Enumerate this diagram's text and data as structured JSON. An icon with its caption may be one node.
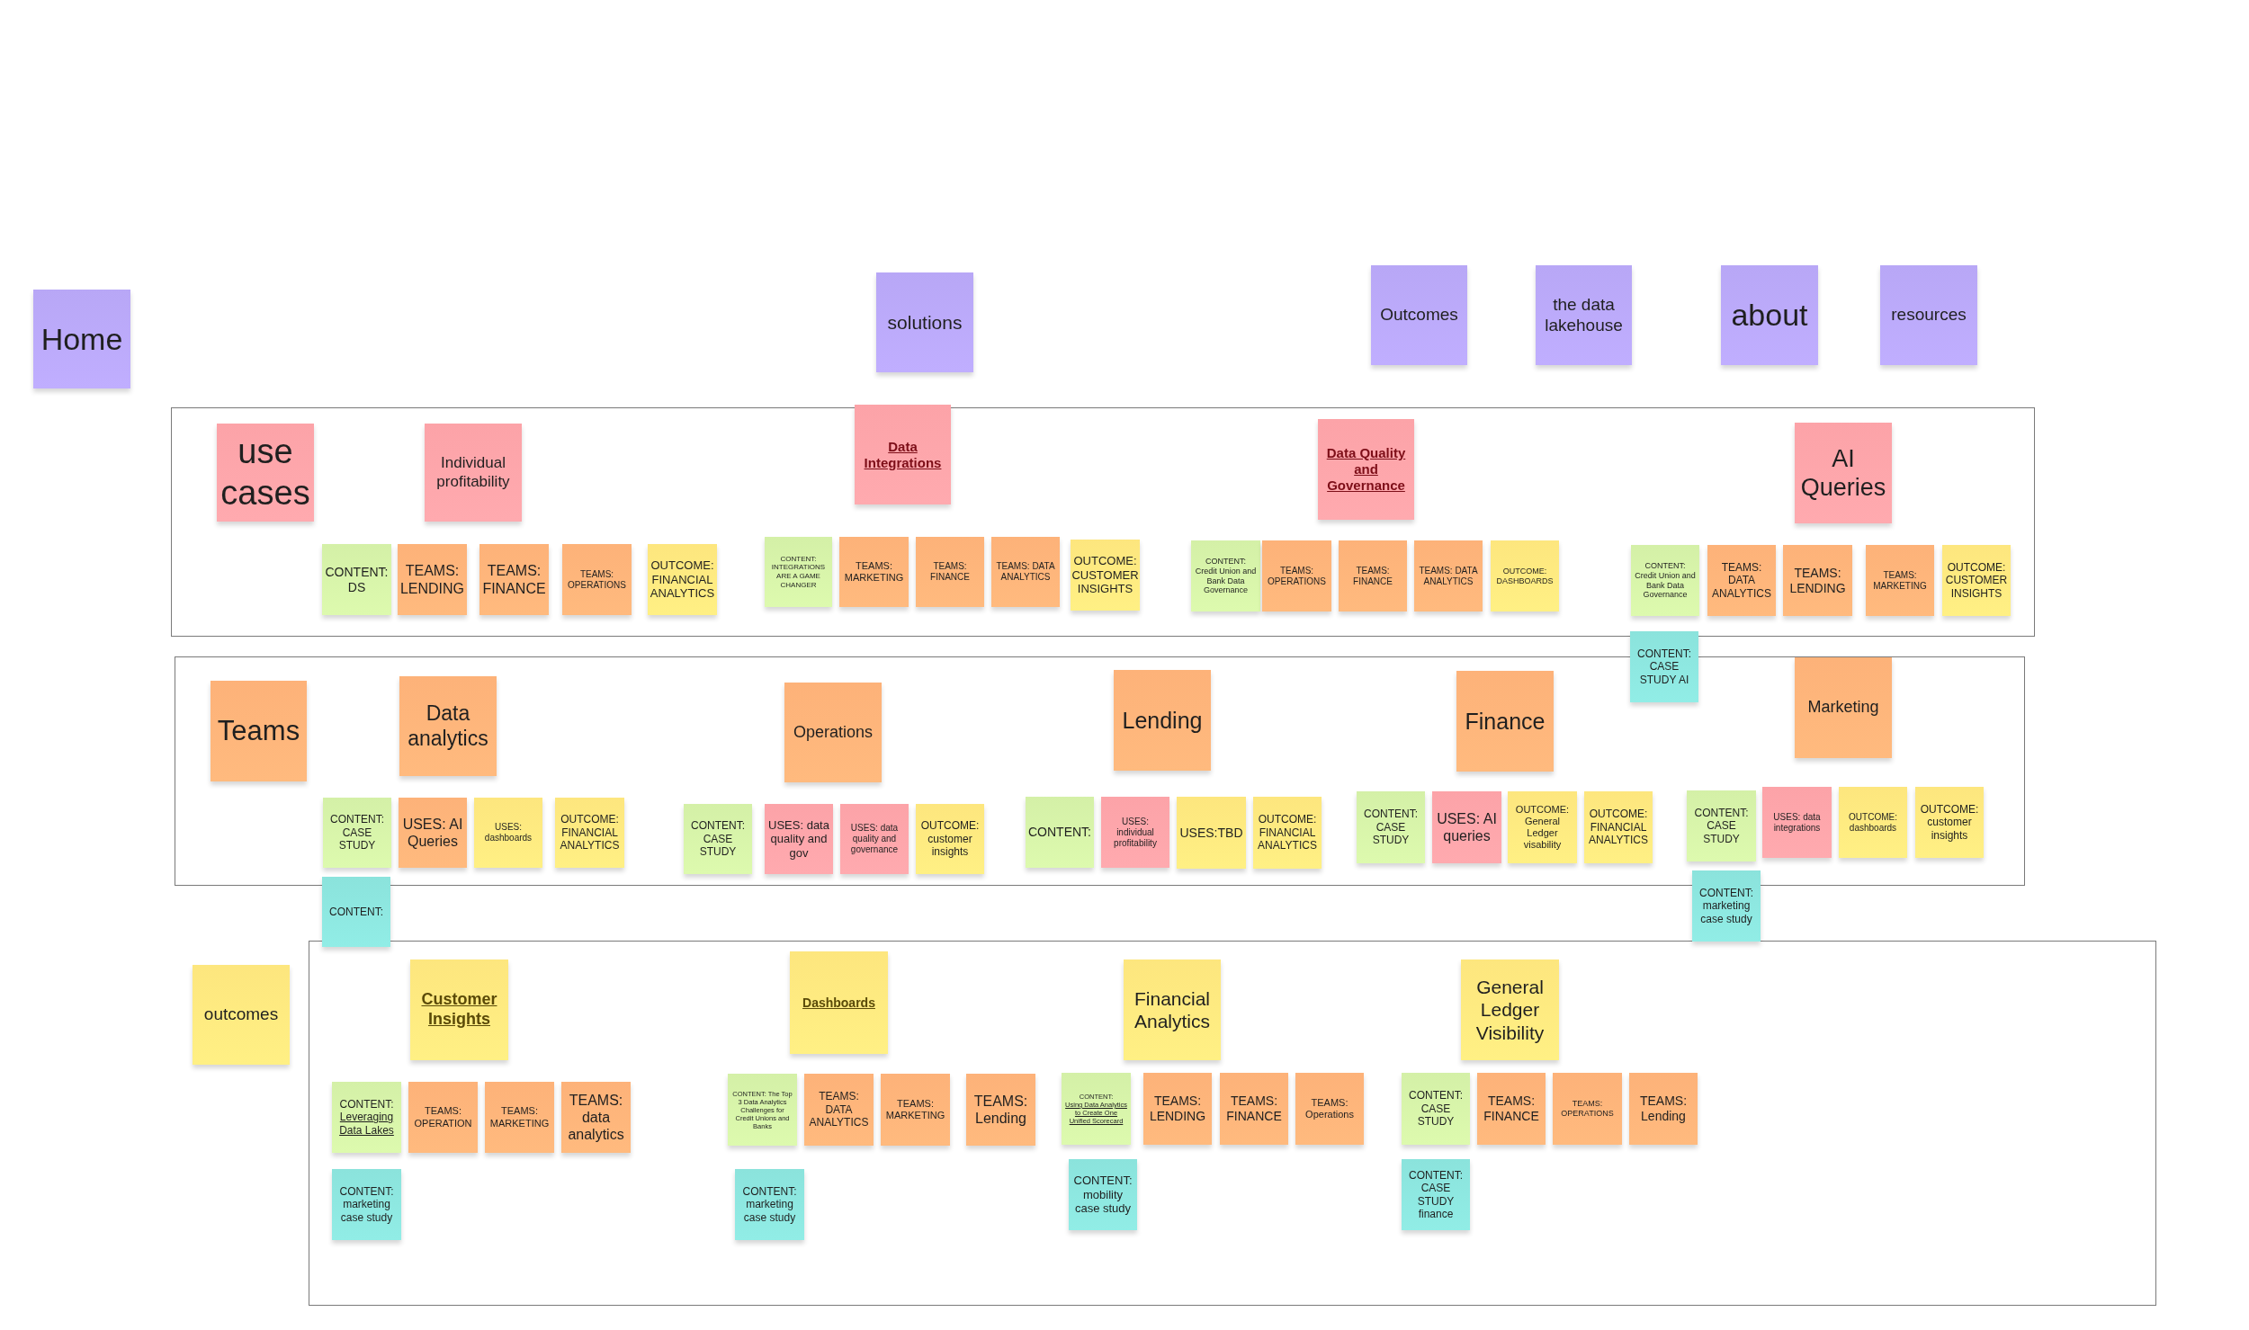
{
  "diagram": {
    "nodes": [
      {
        "text": [
          "Home"
        ]
      },
      {
        "text": [
          "solutions"
        ]
      },
      {
        "text": [
          "Outcomes"
        ]
      },
      {
        "text": [
          "the data lakehouse"
        ]
      },
      {
        "text": [
          "about"
        ]
      },
      {
        "text": [
          "resources"
        ]
      },
      {
        "text": [],
        "shape": "box"
      },
      {
        "text": [
          "use cases"
        ],
        "in": 6
      },
      {
        "text": [
          "Individual profitability"
        ],
        "in": 6
      },
      {
        "text": [
          "CONTENT: DS"
        ],
        "in": 6
      },
      {
        "text": [
          "TEAMS: LENDING"
        ],
        "in": 6
      },
      {
        "text": [
          "TEAMS: FINANCE"
        ],
        "in": 6
      },
      {
        "text": [
          "TEAMS: OPERATIONS"
        ],
        "in": 6
      },
      {
        "text": [
          "OUTCOME: FINANCIAL ANALYTICS"
        ],
        "in": 6
      },
      {
        "text": [
          "Data Integrations"
        ],
        "in": 6
      },
      {
        "text": [
          "CONTENT: INTEGRATIONS ARE A GAME CHANGER"
        ],
        "in": 6
      },
      {
        "text": [
          "TEAMS: MARKETING"
        ],
        "in": 6
      },
      {
        "text": [
          "TEAMS: FINANCE"
        ],
        "in": 6
      },
      {
        "text": [
          "TEAMS: DATA ANALYTICS"
        ],
        "in": 6
      },
      {
        "text": [
          "OUTCOME: CUSTOMER INSIGHTS"
        ],
        "in": 6
      },
      {
        "text": [
          "Data Quality and Governance"
        ],
        "in": 6
      },
      {
        "text": [
          "CONTENT: Credit Union and Bank Data Governance"
        ],
        "in": 6
      },
      {
        "text": [
          "TEAMS: OPERATIONS"
        ],
        "in": 6
      },
      {
        "text": [
          "TEAMS: FINANCE"
        ],
        "in": 6
      },
      {
        "text": [
          "TEAMS: DATA ANALYTICS"
        ],
        "in": 6
      },
      {
        "text": [
          "OUTCOME: DASHBOARDS"
        ],
        "in": 6
      },
      {
        "text": [
          "AI Queries"
        ],
        "in": 6
      },
      {
        "text": [
          "CONTENT: Credit Union and Bank Data Governance"
        ],
        "in": 6
      },
      {
        "text": [
          "TEAMS: DATA ANALYTICS"
        ],
        "in": 6
      },
      {
        "text": [
          "TEAMS: LENDING"
        ],
        "in": 6
      },
      {
        "text": [
          "TEAMS: MARKETING"
        ],
        "in": 6
      },
      {
        "text": [
          "OUTCOME: CUSTOMER INSIGHTS"
        ],
        "in": 6
      },
      {
        "text": [
          "CONTENT: CASE STUDY AI"
        ]
      },
      {
        "text": [],
        "shape": "box"
      },
      {
        "text": [
          "Teams"
        ],
        "in": 33
      },
      {
        "text": [
          "Data analytics"
        ],
        "in": 33
      },
      {
        "text": [
          "CONTENT: CASE STUDY"
        ],
        "in": 33
      },
      {
        "text": [
          "USES: AI Queries"
        ],
        "in": 33
      },
      {
        "text": [
          "USES: dashboards"
        ],
        "in": 33
      },
      {
        "text": [
          "OUTCOME: FINANCIAL ANALYTICS"
        ],
        "in": 33
      },
      {
        "text": [
          "Operations"
        ],
        "in": 33
      },
      {
        "text": [
          "CONTENT: CASE STUDY"
        ],
        "in": 33
      },
      {
        "text": [
          "USES: data quality and gov"
        ],
        "in": 33
      },
      {
        "text": [
          "USES: data quality and governance"
        ],
        "in": 33
      },
      {
        "text": [
          "OUTCOME: customer insights"
        ],
        "in": 33
      },
      {
        "text": [
          "Lending"
        ],
        "in": 33
      },
      {
        "text": [
          "CONTENT:"
        ],
        "in": 33
      },
      {
        "text": [
          "USES: individual profitability"
        ],
        "in": 33
      },
      {
        "text": [
          "USES:TBD"
        ],
        "in": 33
      },
      {
        "text": [
          "OUTCOME: FINANCIAL ANALYTICS"
        ],
        "in": 33
      },
      {
        "text": [
          "Finance"
        ],
        "in": 33
      },
      {
        "text": [
          "CONTENT: CASE STUDY"
        ],
        "in": 33
      },
      {
        "text": [
          "USES: AI queries"
        ],
        "in": 33
      },
      {
        "text": [
          "OUTCOME: General Ledger visability"
        ],
        "in": 33
      },
      {
        "text": [
          "OUTCOME: FINANCIAL ANALYTICS"
        ],
        "in": 33
      },
      {
        "text": [
          "Marketing"
        ],
        "in": 33
      },
      {
        "text": [
          "CONTENT: CASE STUDY"
        ],
        "in": 33
      },
      {
        "text": [
          "USES: data integrations"
        ],
        "in": 33
      },
      {
        "text": [
          "OUTCOME: dashboards"
        ],
        "in": 33
      },
      {
        "text": [
          "OUTCOME: customer insights"
        ],
        "in": 33
      },
      {
        "text": [
          "CONTENT:"
        ]
      },
      {
        "text": [
          "CONTENT: marketing case study"
        ]
      },
      {
        "text": [
          "outcomes"
        ]
      },
      {
        "text": [],
        "shape": "box"
      },
      {
        "text": [
          "Customer Insights"
        ],
        "in": 63
      },
      {
        "text": [
          "CONTENT:",
          "Leveraging Data Lakes"
        ],
        "in": 63
      },
      {
        "text": [
          "TEAMS: OPERATION"
        ],
        "in": 63
      },
      {
        "text": [
          "TEAMS: MARKETING"
        ],
        "in": 63
      },
      {
        "text": [
          "TEAMS: data analytics"
        ],
        "in": 63
      },
      {
        "text": [
          "CONTENT: marketing case study"
        ],
        "in": 63
      },
      {
        "text": [
          "Dashboards"
        ],
        "in": 63
      },
      {
        "text": [
          "CONTENT: The Top 3 Data Analytics Challenges for Credit Unions and Banks"
        ],
        "in": 63
      },
      {
        "text": [
          "TEAMS: DATA ANALYTICS"
        ],
        "in": 63
      },
      {
        "text": [
          "TEAMS: MARKETING"
        ],
        "in": 63
      },
      {
        "text": [
          "TEAMS: Lending"
        ],
        "in": 63
      },
      {
        "text": [
          "CONTENT: marketing case study"
        ],
        "in": 63
      },
      {
        "text": [
          "Financial Analytics"
        ],
        "in": 63
      },
      {
        "text": [
          "CONTENT:",
          "Using Data Analytics to Create One Unified Scorecard"
        ],
        "in": 63
      },
      {
        "text": [
          "TEAMS: LENDING"
        ],
        "in": 63
      },
      {
        "text": [
          "TEAMS: FINANCE"
        ],
        "in": 63
      },
      {
        "text": [
          "TEAMS: Operations"
        ],
        "in": 63
      },
      {
        "text": [
          "CONTENT: mobility case study"
        ],
        "in": 63
      },
      {
        "text": [
          "General Ledger Visibility"
        ],
        "in": 63
      },
      {
        "text": [
          "CONTENT: CASE STUDY"
        ],
        "in": 63
      },
      {
        "text": [
          "TEAMS: FINANCE"
        ],
        "in": 63
      },
      {
        "text": [
          "TEAMS: OPERATIONS"
        ],
        "in": 63
      },
      {
        "text": [
          "TEAMS: Lending"
        ],
        "in": 63
      },
      {
        "text": [
          "CONTENT: CASE STUDY finance"
        ],
        "in": 63
      }
    ]
  }
}
